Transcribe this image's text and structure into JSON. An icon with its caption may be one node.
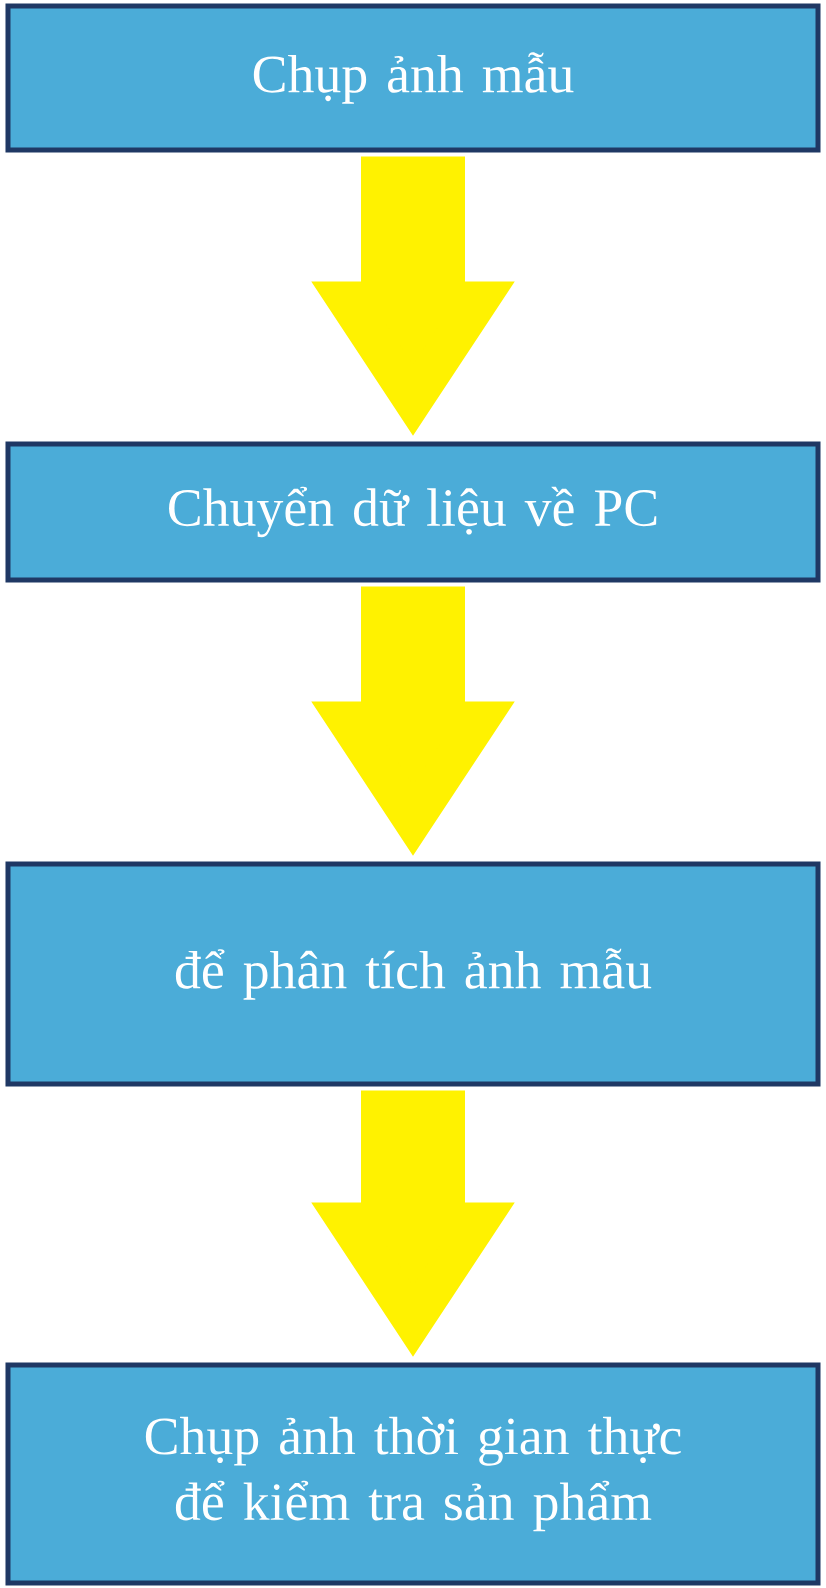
{
  "diagram": {
    "nodes": [
      {
        "text": [
          "Chụp ảnh mẫu"
        ]
      },
      {
        "text": [
          "Chuyển dữ liệu về PC"
        ]
      },
      {
        "text": [
          "để phân tích ảnh mẫu"
        ]
      },
      {
        "text": [
          "Chụp ảnh thời gian thực để kiểm tra sản phẩm"
        ]
      }
    ],
    "edges": [
      {
        "from": 0,
        "to": 1,
        "arrow": "to",
        "color": "#fff200"
      },
      {
        "from": 1,
        "to": 2,
        "arrow": "to",
        "color": "#fff200"
      },
      {
        "from": 2,
        "to": 3,
        "arrow": "to",
        "color": "#fff200"
      }
    ]
  }
}
